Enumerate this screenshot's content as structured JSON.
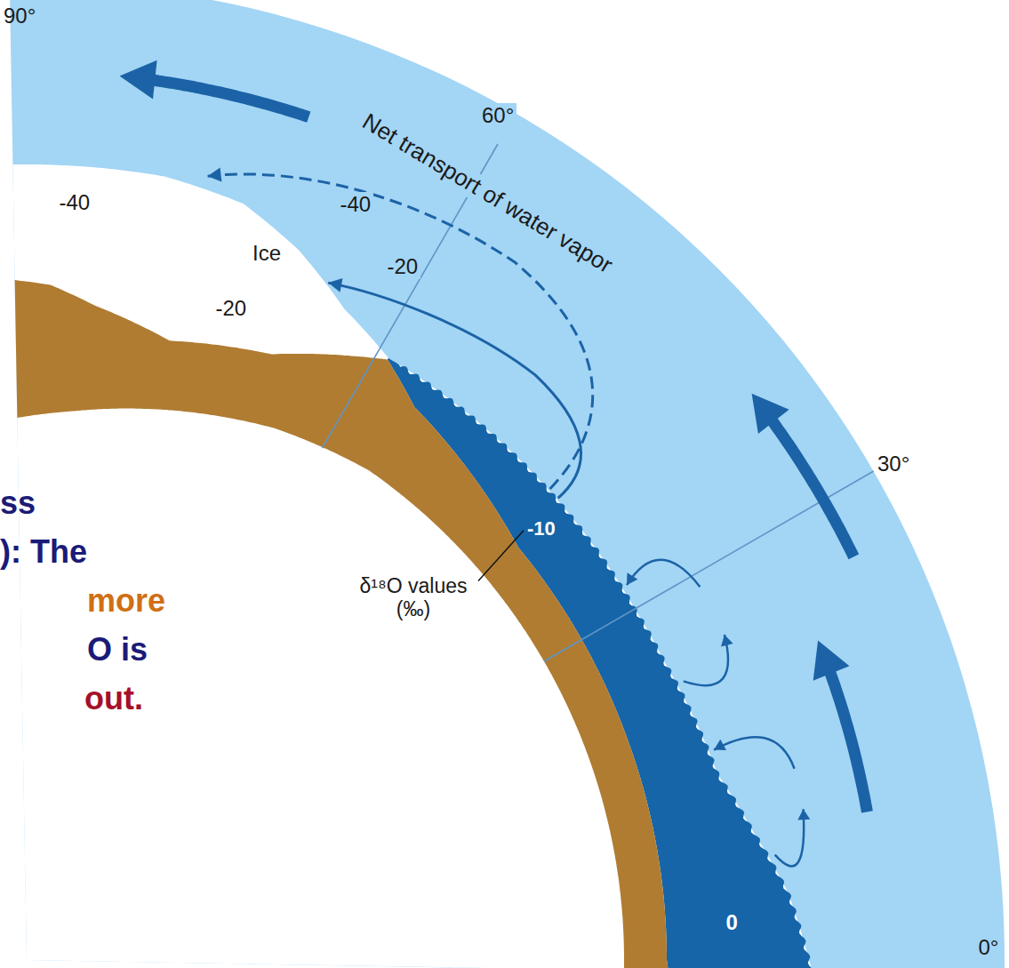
{
  "diagram": {
    "labels": [
      "90°",
      "60°",
      "30°",
      "0°",
      "Net transport of water vapor",
      "-40",
      "-40",
      "Ice",
      "-20",
      "-20",
      "-10",
      "δ¹⁸O values (‰)",
      "0",
      "ss",
      "): The",
      "more",
      "O is",
      "out."
    ]
  }
}
